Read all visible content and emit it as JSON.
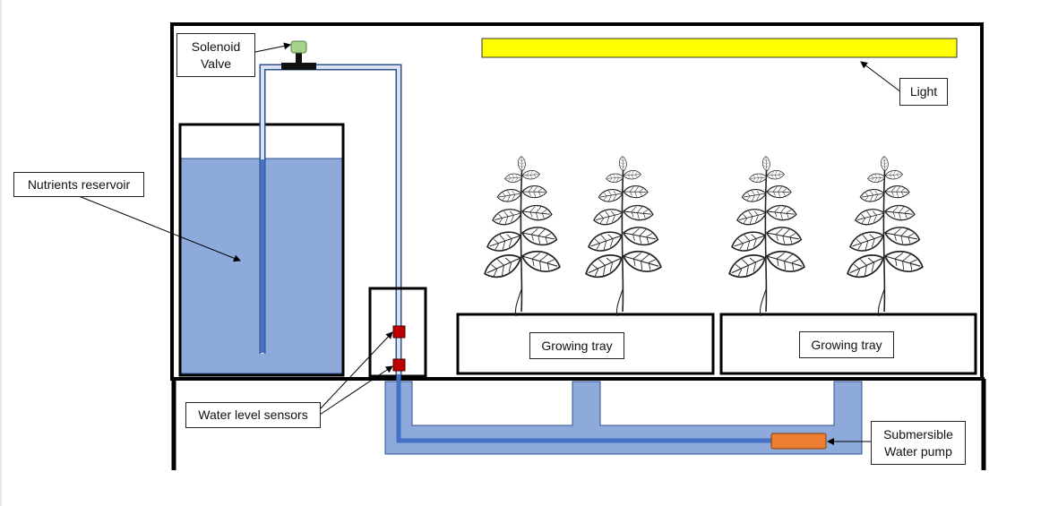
{
  "labels": {
    "solenoid_line1": "Solenoid",
    "solenoid_line2": "Valve",
    "light": "Light",
    "nutrients_reservoir": "Nutrients reservoir",
    "growing_tray_left": "Growing tray",
    "growing_tray_right": "Growing tray",
    "water_level_sensors": "Water level sensors",
    "pump_line1": "Submersible",
    "pump_line2": "Water pump"
  },
  "colors": {
    "outline": "#000000",
    "light_bar": "#ffff00",
    "water": "#8eaadb",
    "pipe_inner": "#4472c4",
    "pipe_empty": "#dae3f3",
    "sensor": "#c00000",
    "pump": "#ed7d31",
    "valve": "#a9d18e"
  }
}
